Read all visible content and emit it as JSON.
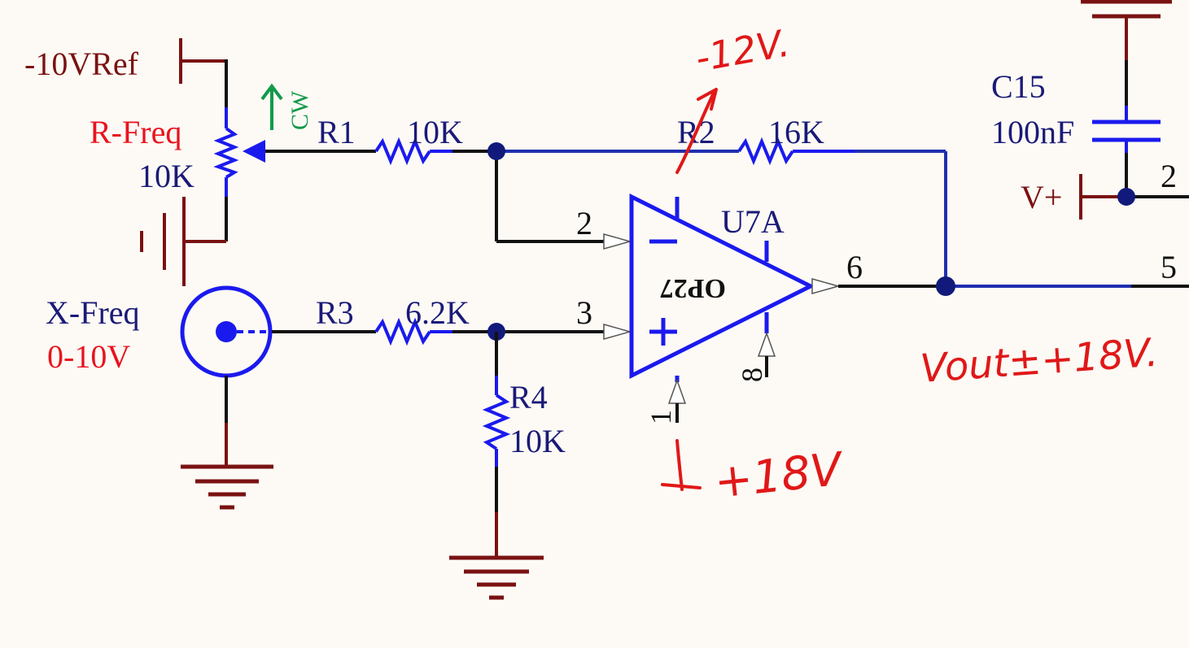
{
  "colors": {
    "background": "#fdfaf5",
    "wire_black": "#111111",
    "component_blue": "#1a1aee",
    "net_blue": "#1f2fb0",
    "dark_red": "#7a1212",
    "label_navy": "#1a1a78",
    "red_text": "#e8141e",
    "handwriting_red": "#e01818",
    "green": "#129a4a",
    "junction": "#111a7a",
    "pin_arrow_fill": "#ffffff"
  },
  "labels": {
    "neg_ref": "-10VRef",
    "pot_name": "R-Freq",
    "pot_value": "10K",
    "cw": "CW",
    "r1_name": "R1",
    "r1_value": "10K",
    "r2_name": "R2",
    "r2_value": "16K",
    "r3_name": "R3",
    "r3_value": "6.2K",
    "r4_name": "R4",
    "r4_value": "10K",
    "xfreq_name": "X-Freq",
    "xfreq_range": "0-10V",
    "opamp_ref": "U7A",
    "opamp_part": "OP27",
    "pin2": "2",
    "pin3": "3",
    "pin6": "6",
    "pin1": "1",
    "pin8": "8",
    "c15_name": "C15",
    "c15_value": "100nF",
    "vplus": "V+",
    "right_pin2": "2",
    "right_pin5": "5"
  },
  "annotations": {
    "minus12": "-12V.",
    "plus18": "+18V",
    "vout": "Vout±+18V."
  }
}
